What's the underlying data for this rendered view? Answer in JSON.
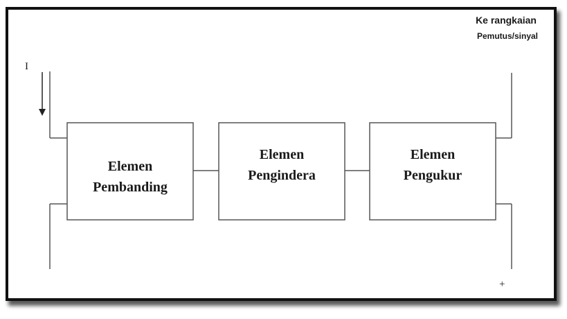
{
  "blocks": [
    {
      "line1": "Elemen",
      "line2": "Pembanding"
    },
    {
      "line1": "Elemen",
      "line2": "Pengindera"
    },
    {
      "line1": "Elemen",
      "line2": "Pengukur"
    }
  ],
  "output_label": {
    "line1": "Ke rangkaian",
    "line2": "Pemutus/sinyal"
  },
  "current_label": "I",
  "plus_label": "+",
  "colors": {
    "line": "#555555",
    "frame": "#111111",
    "text": "#1a1a1a"
  }
}
